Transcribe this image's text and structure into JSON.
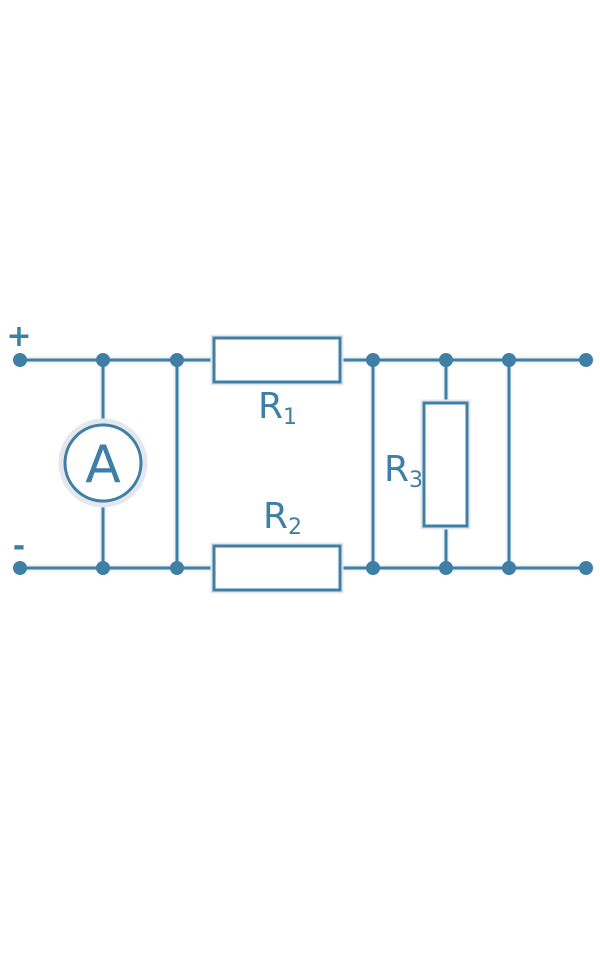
{
  "terminals": {
    "plus": "+",
    "minus": "-"
  },
  "meter": {
    "label": "A"
  },
  "resistors": [
    {
      "name": "R",
      "sub": "1"
    },
    {
      "name": "R",
      "sub": "2"
    },
    {
      "name": "R",
      "sub": "3"
    }
  ],
  "colors": {
    "wire": "#3f7fa6",
    "halo": "#eef1f6",
    "background": "#ffffff"
  },
  "icons": {
    "ammeter": "ammeter-icon"
  }
}
